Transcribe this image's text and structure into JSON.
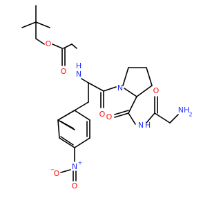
{
  "atoms": {
    "o_ester": "O",
    "o_carbonyl_boc": "O",
    "n_carbamate": "N",
    "h_carbamate": "H",
    "o_amide": "O",
    "n_pro": "N",
    "o_pro_amide": "O",
    "n_amide": "N",
    "h_amide": "H",
    "o_gly": "O",
    "n_amine": "NH",
    "h2_amine": "2",
    "n_nitro": "N",
    "plus_nitro": "+",
    "o_nitro_minus": "O",
    "minus_nitro": "−",
    "o_nitro_double": "O"
  },
  "colors": {
    "bond": "#000000",
    "oxygen": "#ff0d0d",
    "nitrogen": "#2233ff",
    "background": "#ffffff"
  }
}
